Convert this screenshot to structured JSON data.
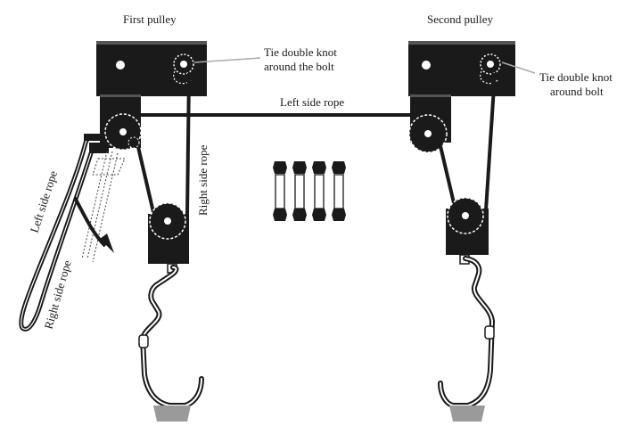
{
  "labels": {
    "first_pulley": "First pulley",
    "second_pulley": "Second pulley",
    "tie_first_line1": "Tie double knot",
    "tie_first_line2": "around the bolt",
    "tie_second_line1": "Tie double knot",
    "tie_second_line2": "around bolt",
    "left_side_rope_top": "Left side rope",
    "right_side_rope_vertical": "Right side rope",
    "left_side_rope_hanging": "Left side rope",
    "right_side_rope_hanging": "Right side rope"
  },
  "colors": {
    "ink": "#1a1a1a",
    "hook_sleeve": "#9a9a9a",
    "leader_line": "#aaaaaa"
  },
  "hardware": {
    "bolt_count": 4
  }
}
